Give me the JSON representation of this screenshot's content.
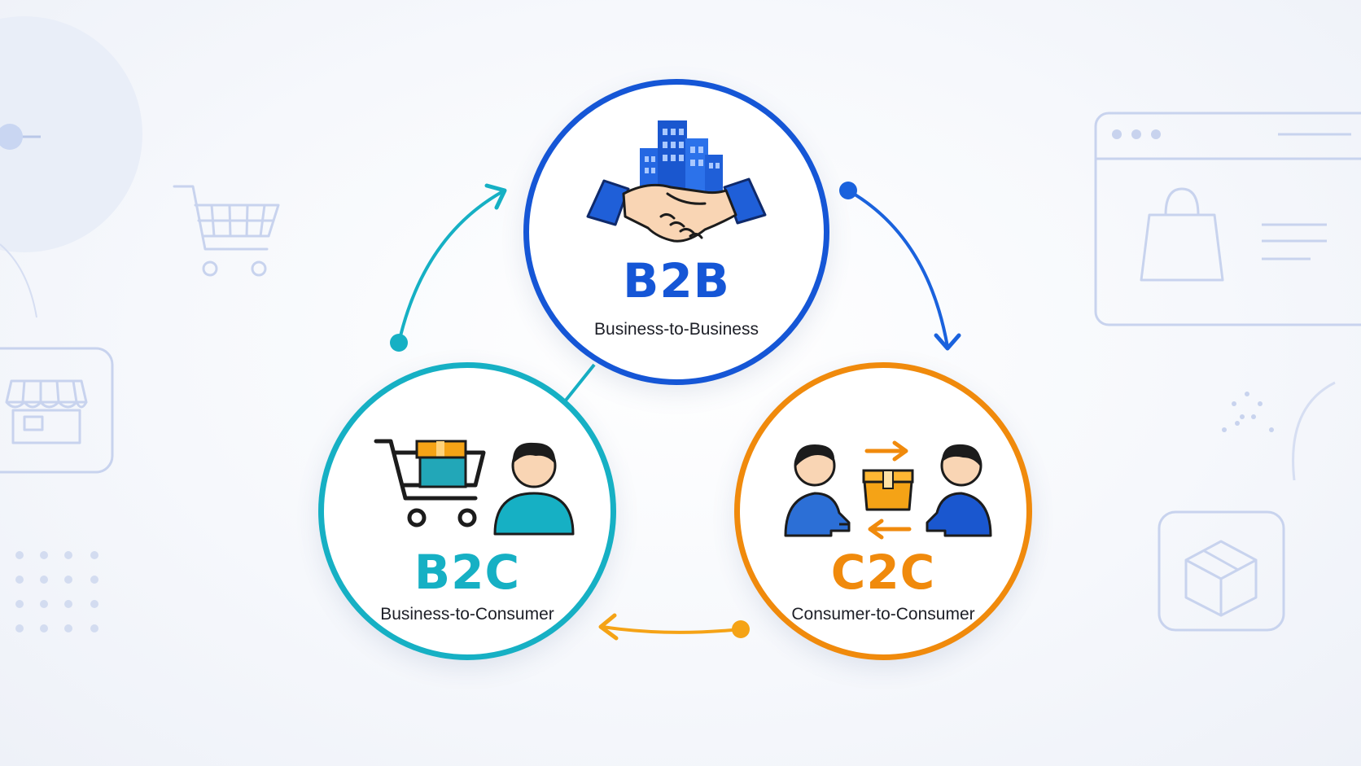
{
  "colors": {
    "b2b": "#1556d6",
    "b2c": "#16b0c4",
    "c2c": "#f08a0c",
    "background": "#f3f5fa",
    "decor": "#c9d4ee"
  },
  "nodes": {
    "b2b": {
      "code": "B2B",
      "label": "Business-to-Business",
      "icon": "handshake-buildings-icon"
    },
    "b2c": {
      "code": "B2C",
      "label": "Business-to-Consumer",
      "icon": "shopping-cart-person-icon"
    },
    "c2c": {
      "code": "C2C",
      "label": "Consumer-to-Consumer",
      "icon": "people-exchange-icon"
    }
  },
  "decorations": [
    "shopping-cart-icon",
    "storefront-icon",
    "browser-window-icon",
    "shopping-bag-icon",
    "package-icon",
    "dot-grid"
  ]
}
